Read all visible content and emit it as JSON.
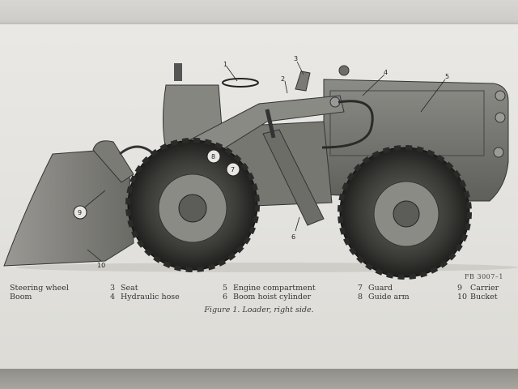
{
  "figure": {
    "code": "FB 3007–1",
    "caption": "Figure 1.  Loader, right side.",
    "callouts": [
      "1",
      "2",
      "3",
      "4",
      "5",
      "6",
      "7",
      "8",
      "9",
      "10"
    ]
  },
  "legend": [
    {
      "num": "",
      "label": "Steering wheel"
    },
    {
      "num": "",
      "label": "Boom"
    },
    {
      "num": "3",
      "label": "Seat"
    },
    {
      "num": "4",
      "label": "Hydraulic hose"
    },
    {
      "num": "5",
      "label": "Engine compartment"
    },
    {
      "num": "6",
      "label": "Boom hoist cylinder"
    },
    {
      "num": "7",
      "label": "Guard"
    },
    {
      "num": "8",
      "label": "Guide arm"
    },
    {
      "num": "9",
      "label": "Carrier"
    },
    {
      "num": "10",
      "label": "Bucket"
    }
  ]
}
